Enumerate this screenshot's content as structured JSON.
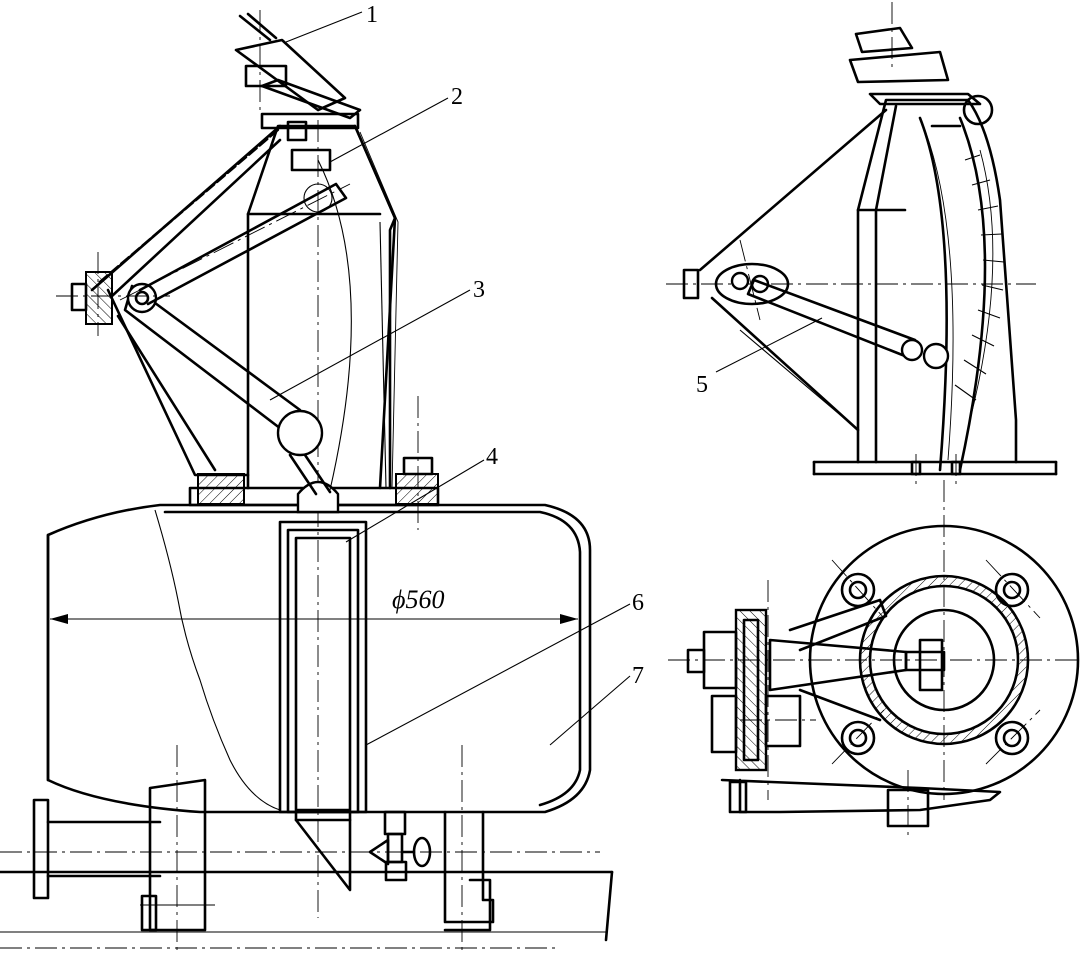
{
  "figure": {
    "callouts": [
      "1",
      "2",
      "3",
      "4",
      "5",
      "6",
      "7"
    ],
    "diameter_label": "ϕ560"
  }
}
